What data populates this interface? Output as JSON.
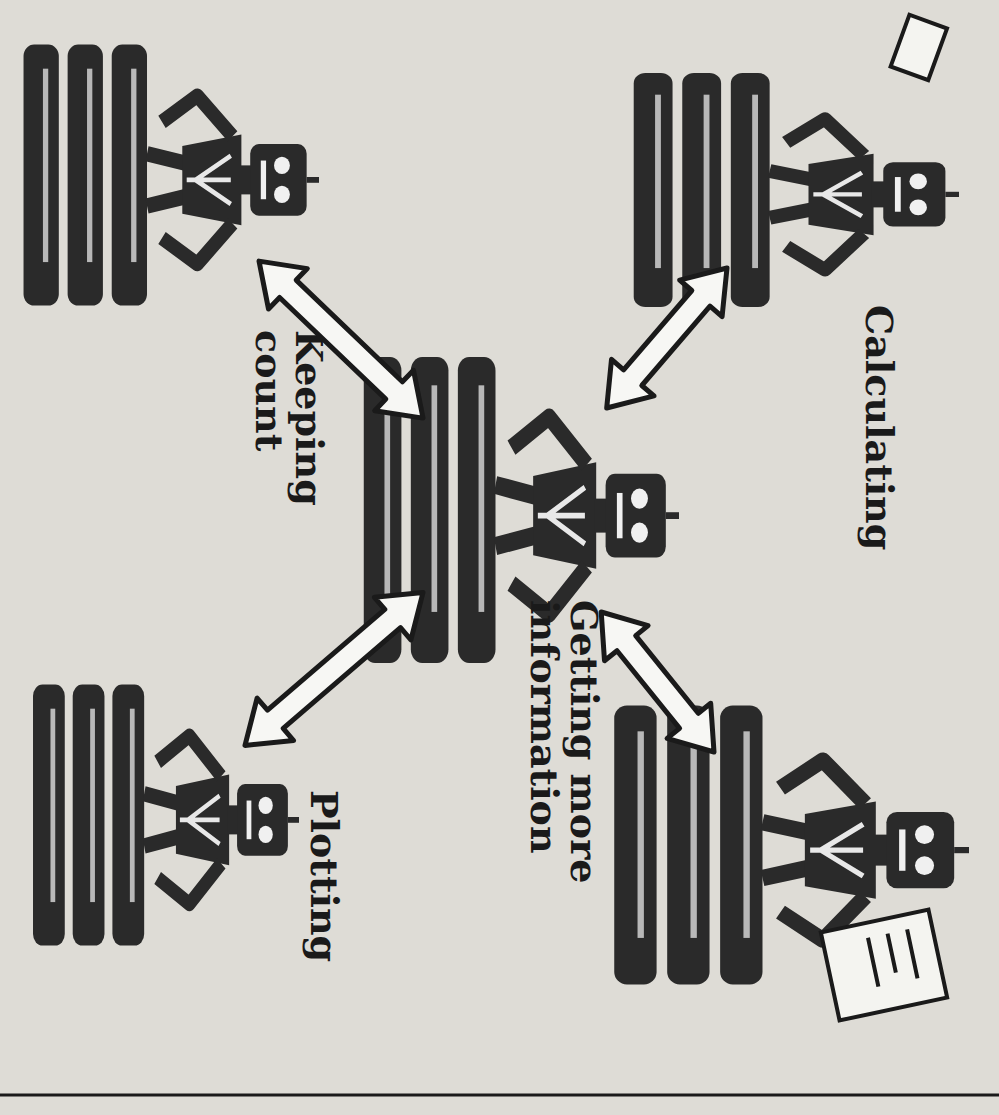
{
  "diagram": {
    "nodes": [
      {
        "text": [
          "Calculating"
        ]
      },
      {
        "text": [
          "Getting more information"
        ]
      },
      {
        "text": [
          "Keeping count"
        ]
      },
      {
        "text": [
          "Plotting"
        ]
      },
      {
        "text": []
      }
    ],
    "edges": [
      {
        "from": 4,
        "to": 0,
        "arrow": "both"
      },
      {
        "from": 4,
        "to": 1,
        "arrow": "both"
      },
      {
        "from": 4,
        "to": 2,
        "arrow": "both"
      },
      {
        "from": 4,
        "to": 3,
        "arrow": "both"
      }
    ]
  }
}
